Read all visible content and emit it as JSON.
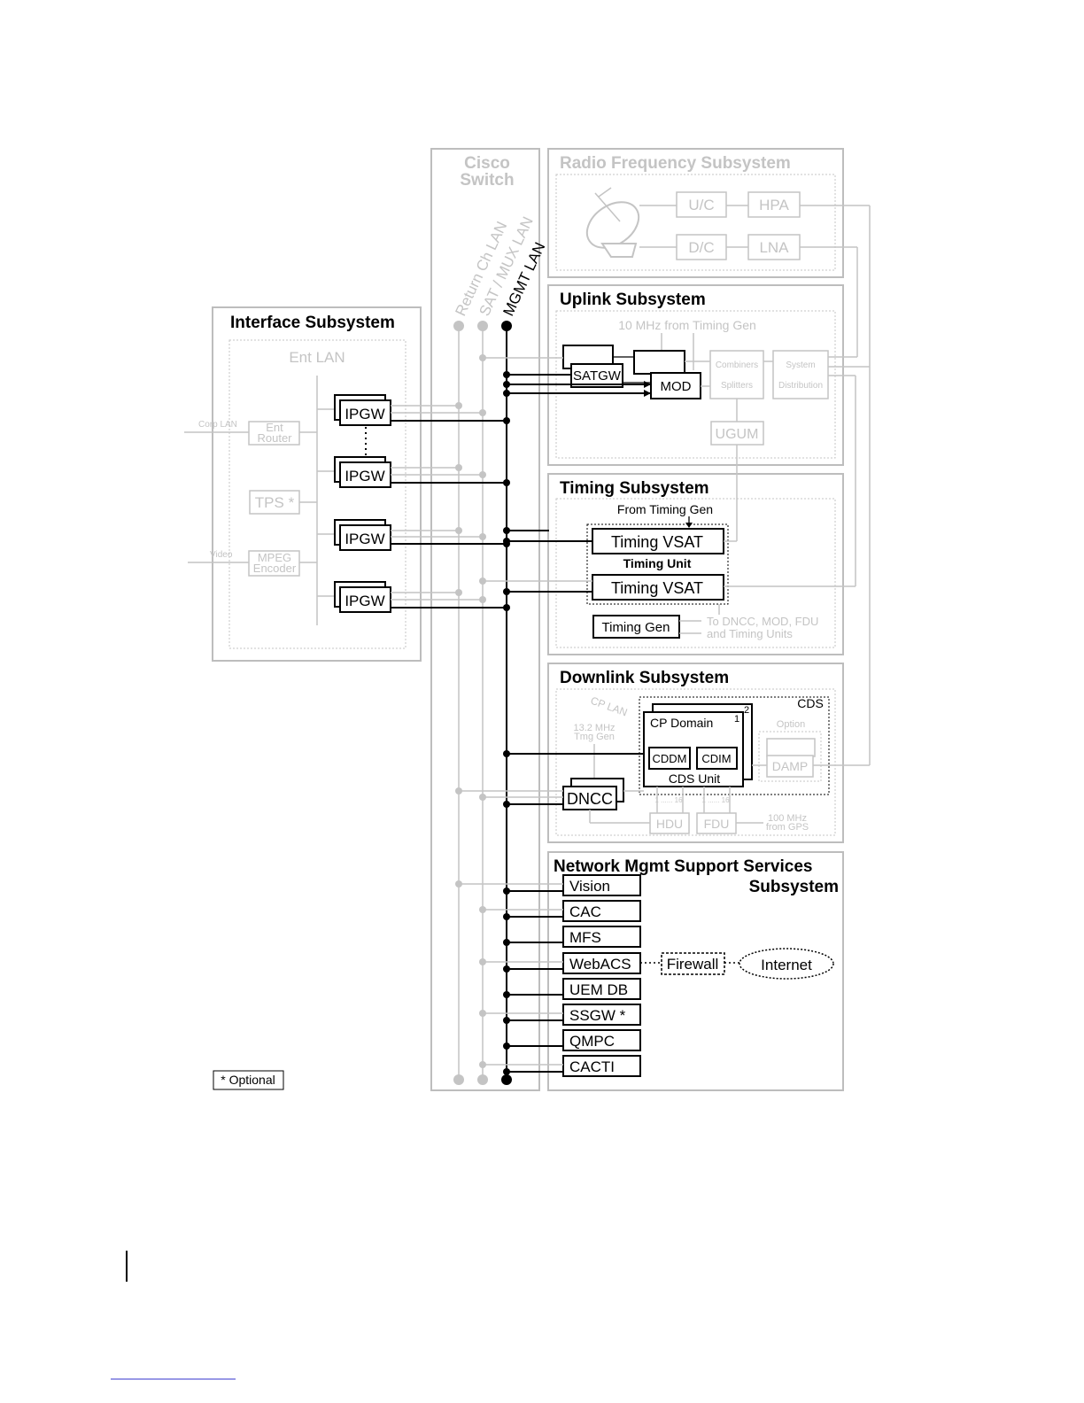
{
  "switch": {
    "title_line1": "Cisco",
    "title_line2": "Switch",
    "lan_return": "Return Ch LAN",
    "lan_sat": "SAT / MUX LAN",
    "lan_mgmt": "MGMT LAN"
  },
  "rf": {
    "title": "Radio Frequency Subsystem",
    "uc": "U/C",
    "hpa": "HPA",
    "dc": "D/C",
    "lna": "LNA"
  },
  "uplink": {
    "title": "Uplink Subsystem",
    "timing_note": "10 MHz from Timing Gen",
    "satgw": "SATGW",
    "mod": "MOD",
    "combiners": "Combiners",
    "splitters": "Splitters",
    "system": "System",
    "distribution": "Distribution",
    "ugum": "UGUM"
  },
  "interface": {
    "title": "Interface Subsystem",
    "ent_lan": "Ent LAN",
    "corp_lan": "Corp LAN",
    "ent_router_1": "Ent",
    "ent_router_2": "Router",
    "tps": "TPS *",
    "video": "Video",
    "mpeg_1": "MPEG",
    "mpeg_2": "Encoder",
    "ipgw": "IPGW"
  },
  "timing": {
    "title": "Timing Subsystem",
    "from_gen": "From Timing Gen",
    "vsat": "Timing VSAT",
    "unit": "Timing Unit",
    "gen": "Timing Gen",
    "to_1": "To DNCC, MOD, FDU",
    "to_2": "and Timing Units"
  },
  "downlink": {
    "title": "Downlink Subsystem",
    "cp_lan": "CP LAN",
    "cds": "CDS",
    "cp_domain": "CP Domain",
    "idx1": "1",
    "idx2": "2",
    "option": "Option",
    "cddm": "CDDM",
    "cdim": "CDIM",
    "damp": "DAMP",
    "cds_unit": "CDS Unit",
    "mhz_1": "13.2 MHz",
    "mhz_2": "Tmg Gen",
    "dncc": "DNCC",
    "hdu": "HDU",
    "fdu": "FDU",
    "range": "1 ...... 16",
    "gps_1": "100 MHz",
    "gps_2": "from GPS"
  },
  "nmss": {
    "title_1": "Network Mgmt Support Services",
    "title_2": "Subsystem",
    "items": [
      "Vision",
      "CAC",
      "MFS",
      "WebACS",
      "UEM DB",
      "SSGW *",
      "QMPC",
      "CACTI"
    ],
    "firewall": "Firewall",
    "internet": "Internet"
  },
  "legend": {
    "optional": "* Optional"
  }
}
